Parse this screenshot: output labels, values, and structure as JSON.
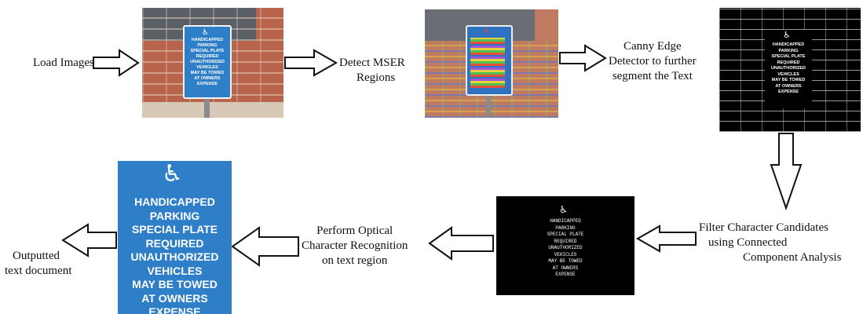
{
  "steps": {
    "load": {
      "lines": [
        "Load Images"
      ]
    },
    "mser": {
      "lines": [
        "Detect MSER",
        "Regions"
      ]
    },
    "canny": {
      "lines": [
        "Canny Edge",
        "Detector to further",
        "segment the Text"
      ]
    },
    "filter": {
      "lines": [
        "Filter Character Candidates",
        "using Connected",
        "Component Analysis"
      ]
    },
    "ocr": {
      "lines": [
        "Perform Optical",
        "Character Recognition",
        "on text region"
      ]
    },
    "output": {
      "lines": [
        "Outputted",
        "text document"
      ]
    }
  },
  "sign": {
    "lines": [
      "HANDICAPPED",
      "PARKING",
      "SPECIAL PLATE",
      "REQUIRED",
      "UNAUTHORIZED",
      "VEHICLES",
      "MAY BE TOWED",
      "AT OWNERS",
      "EXPENSE"
    ]
  },
  "colors": {
    "brick": "#b8644c",
    "sign_blue": "#2f7fc8",
    "edge_bg": "#000000"
  }
}
